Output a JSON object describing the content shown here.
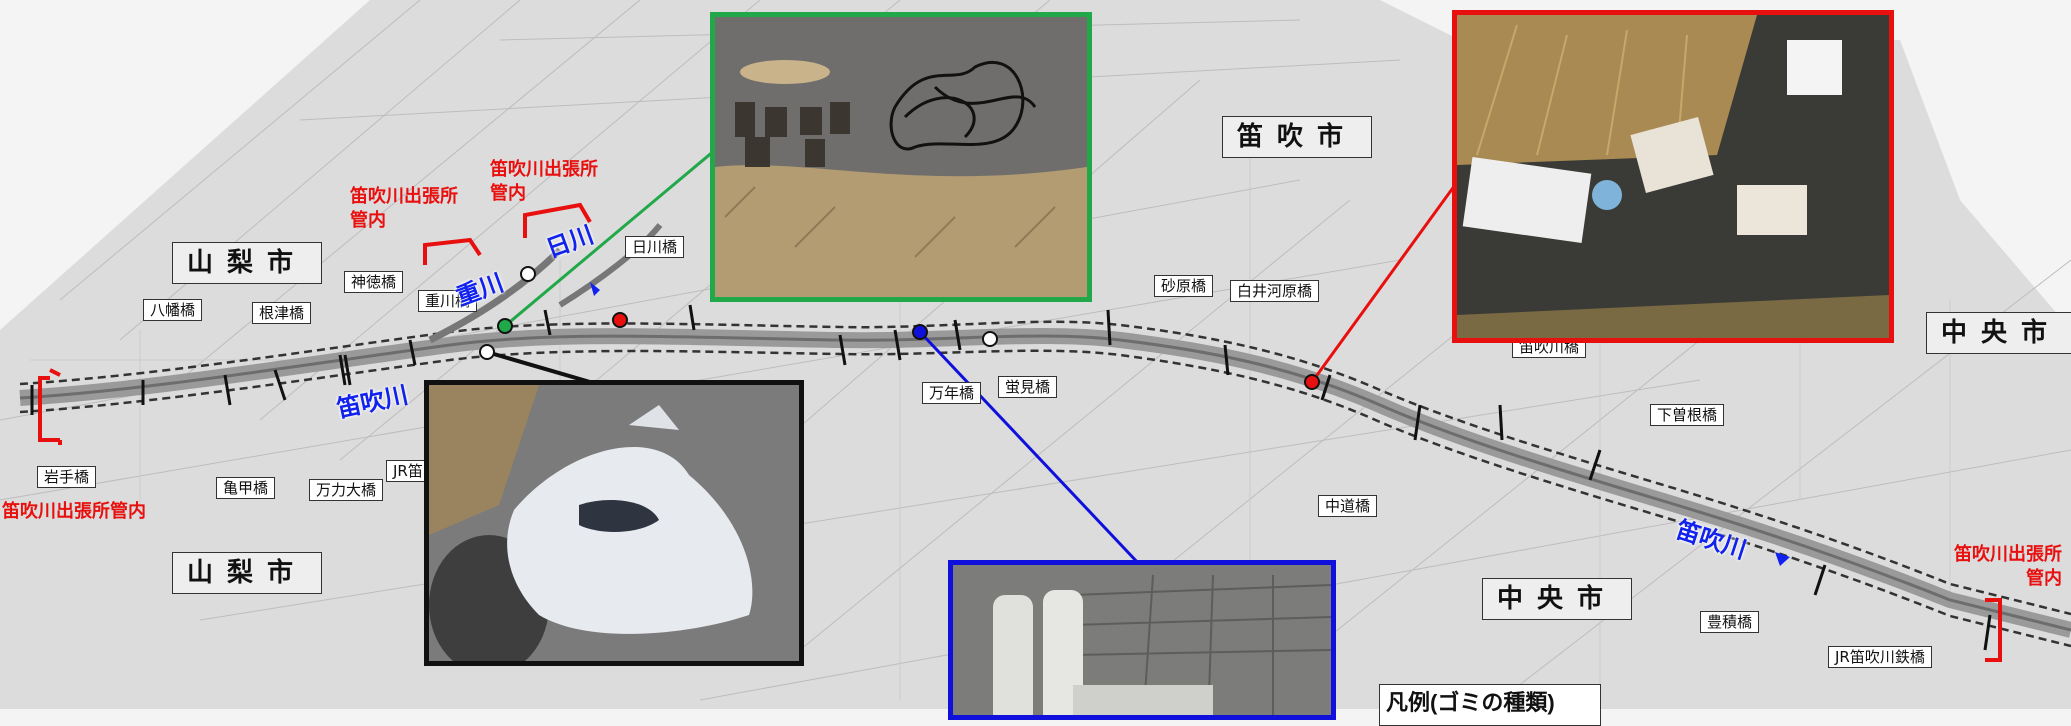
{
  "cities": {
    "yamanashi_top": "山梨市",
    "yamanashi_bottom": "山梨市",
    "fuefuki": "笛吹市",
    "chuo_right": "中央市",
    "chuo_bottom": "中央市"
  },
  "bridges": {
    "hachiman": "八幡橋",
    "nezu": "根津橋",
    "jintoku": "神徳橋",
    "shigekawa": "重川橋",
    "hikawa": "日川橋",
    "iwate": "岩手橋",
    "kamego": "亀甲橋",
    "manriki": "万力大橋",
    "jr_partial": "JR笛",
    "sunahara": "砂原橋",
    "shiraikawara": "白井河原橋",
    "mannen": "万年橋",
    "hotarumi": "蛍見橋",
    "fuefukigawa_partial": "笛吹川橋",
    "shimosone": "下曽根橋",
    "nakamichi": "中道橋",
    "toyotsumi": "豊積橋",
    "jr_fuefuki": "JR笛吹川鉄橋"
  },
  "jurisdiction": {
    "left_bottom": "笛吹川出張所管内",
    "left_top": "笛吹川出張所\n管内",
    "mid_top": "笛吹川出張所\n管内",
    "right": "笛吹川出張所\n管内"
  },
  "rivers": {
    "omokawa": "重川",
    "hikawa": "日川",
    "fuefuki_left": "笛吹川",
    "fuefuki_right": "笛吹川"
  },
  "legend": {
    "title": "凡例(ゴミの種類)"
  },
  "colors": {
    "jurisdiction_red": "#e8100f",
    "river_blue": "#1122ee",
    "photo_green": "#21a849",
    "photo_red": "#e8100f",
    "photo_blue": "#1010dd",
    "photo_black": "#111111"
  }
}
